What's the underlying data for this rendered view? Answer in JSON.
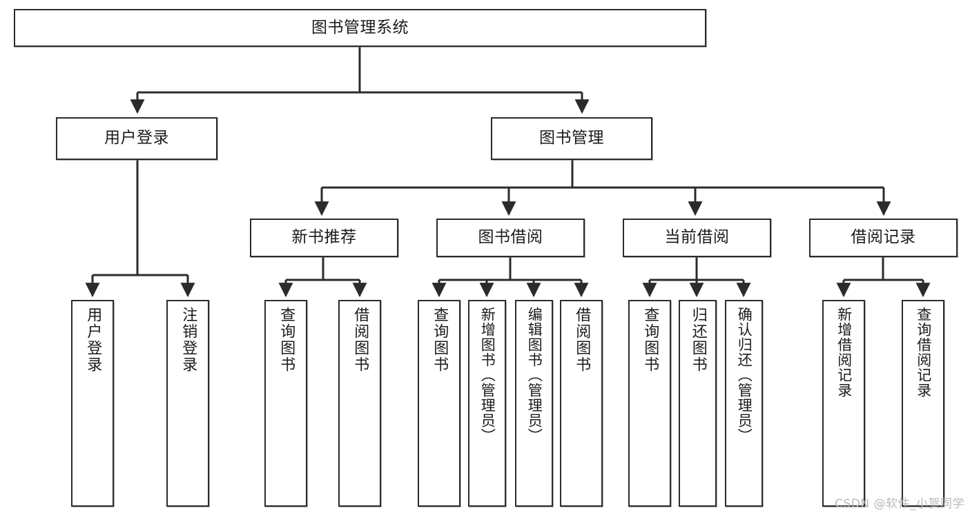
{
  "diagram": {
    "kind": "tree-hierarchy-chart",
    "title": "图书管理系统",
    "stroke_color": "#2b2b2b",
    "fill_color": "#ffffff",
    "text_color": "#1b1b1b"
  },
  "root": {
    "label": "图书管理系统"
  },
  "level1": [
    {
      "label": "用户登录"
    },
    {
      "label": "图书管理"
    }
  ],
  "level2": [
    {
      "label": "新书推荐"
    },
    {
      "label": "图书借阅"
    },
    {
      "label": "当前借阅"
    },
    {
      "label": "借阅记录"
    }
  ],
  "leaves": {
    "user_login": [
      {
        "label": "用户登录"
      },
      {
        "label": "注销登录"
      }
    ],
    "new_book_recommend": [
      {
        "label": "查询图书"
      },
      {
        "label": "借阅图书"
      }
    ],
    "book_borrow": [
      {
        "label": "查询图书"
      },
      {
        "label": "新增图书（管理员）"
      },
      {
        "label": "编辑图书（管理员）"
      },
      {
        "label": "借阅图书"
      }
    ],
    "current_borrow": [
      {
        "label": "查询图书"
      },
      {
        "label": "归还图书"
      },
      {
        "label": "确认归还（管理员）"
      }
    ],
    "borrow_record": [
      {
        "label": "新增借阅记录"
      },
      {
        "label": "查询借阅记录"
      }
    ]
  },
  "watermark": {
    "text": "CSDN @软件_小贺同学"
  }
}
